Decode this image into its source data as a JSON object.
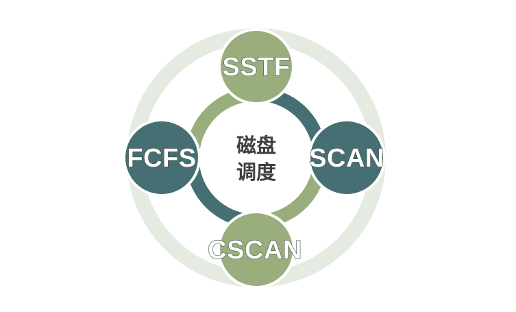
{
  "center": {
    "line1": "磁盘",
    "line2": "调度"
  },
  "nodes": {
    "top": {
      "label": "SSTF",
      "color": "#9aae7d"
    },
    "right": {
      "label": "SCAN",
      "color": "#466f74"
    },
    "bottom": {
      "label": "CSCAN",
      "color": "#9aae7d"
    },
    "left": {
      "label": "FCFS",
      "color": "#466f74"
    }
  },
  "colors": {
    "outer_ring": "#e5ebe1",
    "green": "#9aae7d",
    "teal": "#466f74"
  }
}
